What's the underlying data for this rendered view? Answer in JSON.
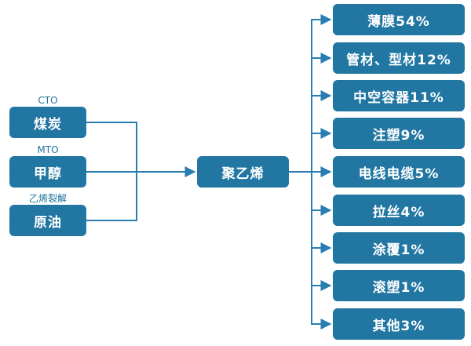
{
  "diagram": {
    "sources": [
      {
        "process": "CTO",
        "label": "煤炭"
      },
      {
        "process": "MTO",
        "label": "甲醇"
      },
      {
        "process": "乙烯裂解",
        "label": "原油"
      }
    ],
    "center": {
      "label": "聚乙烯"
    },
    "applications": [
      {
        "label": "薄膜54%"
      },
      {
        "label": "管材、型材12%"
      },
      {
        "label": "中空容器11%"
      },
      {
        "label": "注塑9%"
      },
      {
        "label": "电线电缆5%"
      },
      {
        "label": "拉丝4%"
      },
      {
        "label": "涂覆1%"
      },
      {
        "label": "滚塑1%"
      },
      {
        "label": "其他3%"
      }
    ],
    "colors": {
      "node_fill": "#2176A2",
      "line": "#2A7DB3",
      "node_text": "#FFFFFF",
      "caption_text": "#21759F",
      "background": "#FFFFFF"
    }
  }
}
